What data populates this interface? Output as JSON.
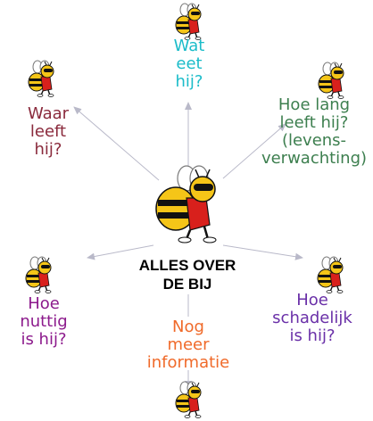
{
  "center_title": "ALLES OVER\nDE BIJ",
  "branches": [
    {
      "id": "wat-eet-hij",
      "label": "Wat\neet\nhij?",
      "color": "#1bbcc9"
    },
    {
      "id": "waar-leeft-hij",
      "label": "Waar\nleeft\nhij?",
      "color": "#8a2a3c"
    },
    {
      "id": "hoe-lang-leeft-hij",
      "label": "Hoe lang\nleeft hij?\n(levens-\nverwachting)",
      "color": "#3d7f4f"
    },
    {
      "id": "hoe-nuttig-is-hij",
      "label": "Hoe\nnuttig\nis hij?",
      "color": "#8c1a8c"
    },
    {
      "id": "hoe-schadelijk-is-hij",
      "label": "Hoe\nschadelijk\nis hij?",
      "color": "#6a30a8"
    },
    {
      "id": "nog-meer-informatie",
      "label": "Nog\nmeer\ninformatie",
      "color": "#f06a2a"
    }
  ],
  "colors": {
    "arrow": "#b9b9c9",
    "bee_yellow": "#f5c518",
    "bee_black": "#111111",
    "bee_red": "#d8201c"
  },
  "icons": [
    "bee-icon",
    "arrow-icon"
  ]
}
